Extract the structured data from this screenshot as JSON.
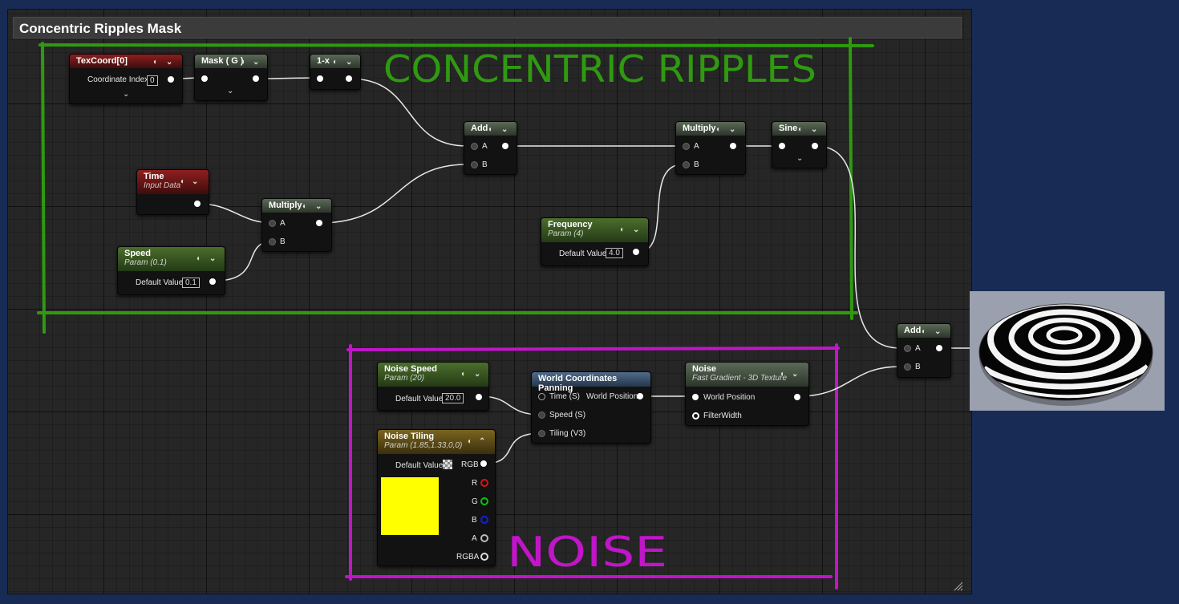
{
  "title": "Concentric Ripples Mask",
  "annotations": {
    "ripples": "CONCENTRIC RIPPLES",
    "noise": "NOISE",
    "ripples_color": "#2f9a10",
    "noise_color": "#c016c8"
  },
  "nodes": {
    "texcoord": {
      "title": "TexCoord[0]",
      "label": "Coordinate Index",
      "value": "0"
    },
    "mask": {
      "title": "Mask ( G )"
    },
    "oneminus": {
      "title": "1-x"
    },
    "add1": {
      "title": "Add",
      "a": "A",
      "b": "B"
    },
    "multiply2": {
      "title": "Multiply",
      "a": "A",
      "b": "B"
    },
    "sine": {
      "title": "Sine"
    },
    "time": {
      "title": "Time",
      "subtitle": "Input Data"
    },
    "multiply1": {
      "title": "Multiply",
      "a": "A",
      "b": "B"
    },
    "speed": {
      "title": "Speed",
      "subtitle": "Param (0.1)",
      "label": "Default Value",
      "value": "0.1"
    },
    "frequency": {
      "title": "Frequency",
      "subtitle": "Param (4)",
      "label": "Default Value",
      "value": "4.0"
    },
    "add2": {
      "title": "Add",
      "a": "A",
      "b": "B"
    },
    "noise_speed": {
      "title": "Noise Speed",
      "subtitle": "Param (20)",
      "label": "Default Value",
      "value": "20.0"
    },
    "noise_tiling": {
      "title": "Noise Tiling",
      "subtitle": "Param (1.85,1.33,0,0)",
      "label": "Default Value",
      "out_rgb": "RGB",
      "out_r": "R",
      "out_g": "G",
      "out_b": "B",
      "out_a": "A",
      "out_rgba": "RGBA",
      "swatch_color": "#ffff00"
    },
    "panning": {
      "title": "World Coordinates Panning",
      "in_time": "Time (S)",
      "in_speed": "Speed (S)",
      "in_tiling": "Tiling (V3)",
      "out": "World Position"
    },
    "noise": {
      "title": "Noise",
      "subtitle": "Fast Gradient - 3D Texture",
      "in_pos": "World Position",
      "in_fw": "FilterWidth"
    }
  }
}
